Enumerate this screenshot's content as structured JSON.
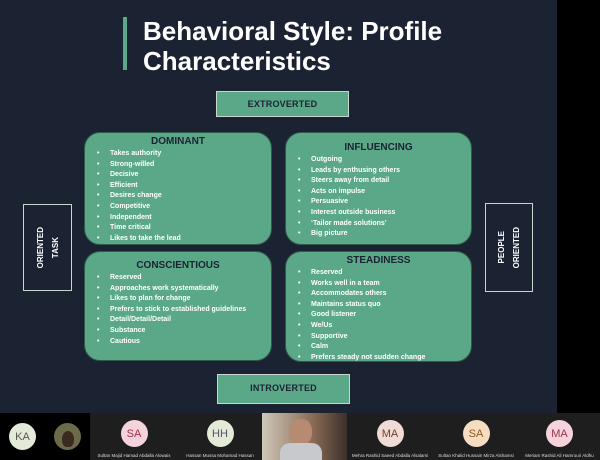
{
  "slide": {
    "title_line1": "Behavioral Style: Profile",
    "title_line2": "Characteristics",
    "top_label": "EXTROVERTED",
    "bottom_label": "INTROVERTED",
    "left_label": [
      "TASK",
      "ORIENTED"
    ],
    "right_label": [
      "PEOPLE",
      "ORIENTED"
    ],
    "quadrants": [
      {
        "title": "DOMINANT",
        "items": [
          "Takes authority",
          "Strong-willed",
          "Decisive",
          "Efficient",
          "Desires change",
          "Competitive",
          "Independent",
          "Time critical",
          "Likes to take the lead"
        ]
      },
      {
        "title": "INFLUENCING",
        "items": [
          "Outgoing",
          "Leads by enthusing others",
          "Steers away from detail",
          "Acts on impulse",
          "Persuasive",
          "Interest outside business",
          "‘Tailor made solutions’",
          "Big picture"
        ]
      },
      {
        "title": "CONSCIENTIOUS",
        "items": [
          "Reserved",
          "Approaches work systematically",
          "Likes to plan for change",
          "Prefers to stick to established guidelines",
          "Detail/Detail/Detail",
          "Substance",
          "Cautious"
        ]
      },
      {
        "title": "STEADINESS",
        "items": [
          "Reserved",
          "Works well in a team",
          "Accommodates others",
          "Maintains status quo",
          "Good listener",
          "We/Us",
          "Supportive",
          "Calm",
          "Prefers steady not sudden change"
        ]
      }
    ]
  },
  "participants": [
    {
      "initials": "KA",
      "name": "",
      "color": "#e4ead8",
      "text": "#555"
    },
    {
      "initials": "SA",
      "name": "Sultan Majid Hamad Abdalla Alowais",
      "color": "#f4d3dc",
      "text": "#a0304a"
    },
    {
      "initials": "HH",
      "name": "Hassan Mussa Mohamad Hassan",
      "color": "#e3ead7",
      "text": "#556"
    },
    {
      "initials": "MA",
      "name": "Mehra Rashid Saeed Abdalla Alsalami",
      "color": "#f0dcd6",
      "text": "#7a3a2a"
    },
    {
      "initials": "SA",
      "name": "Sultan Khalid Hussain Mirza Alshamsi",
      "color": "#f6dcc0",
      "text": "#8a5a20"
    },
    {
      "initials": "MA",
      "name": "Meriam Rashid Ali Hamrouri Aldhu",
      "color": "#f4d3dc",
      "text": "#a0304a"
    }
  ]
}
